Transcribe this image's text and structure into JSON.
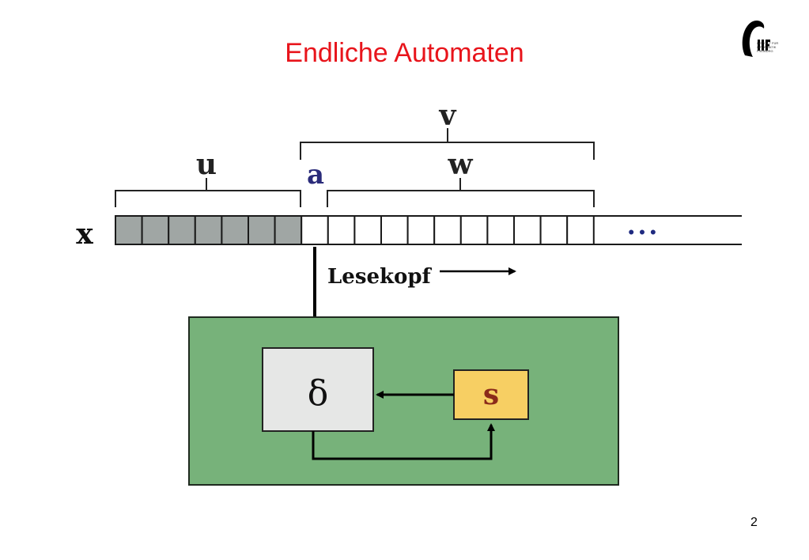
{
  "slide": {
    "title": "Endliche Automaten",
    "page_number": "2"
  },
  "logo": {
    "letters": "IIF",
    "caption_lines": [
      "INSTITUT FÜR",
      "INFORMATIK",
      "FREIBURG"
    ]
  },
  "diagram": {
    "tape_label": "x",
    "segment_u": "u",
    "segment_v": "v",
    "segment_w": "w",
    "current_symbol": "a",
    "ellipsis": "• • •",
    "read_head_label": "Lesekopf",
    "transition_label": "δ",
    "state_label": "s",
    "read_cells_count": 7,
    "unread_cells_count": 11,
    "colors": {
      "read_cell": "#a0a6a4",
      "control_box": "#77b27a",
      "delta_box": "#e6e7e6",
      "state_box": "#f7cf63",
      "symbol_a": "#2a2b7a",
      "state_text": "#8b2b1a",
      "ellipsis_dots": "#1f2a80"
    }
  }
}
